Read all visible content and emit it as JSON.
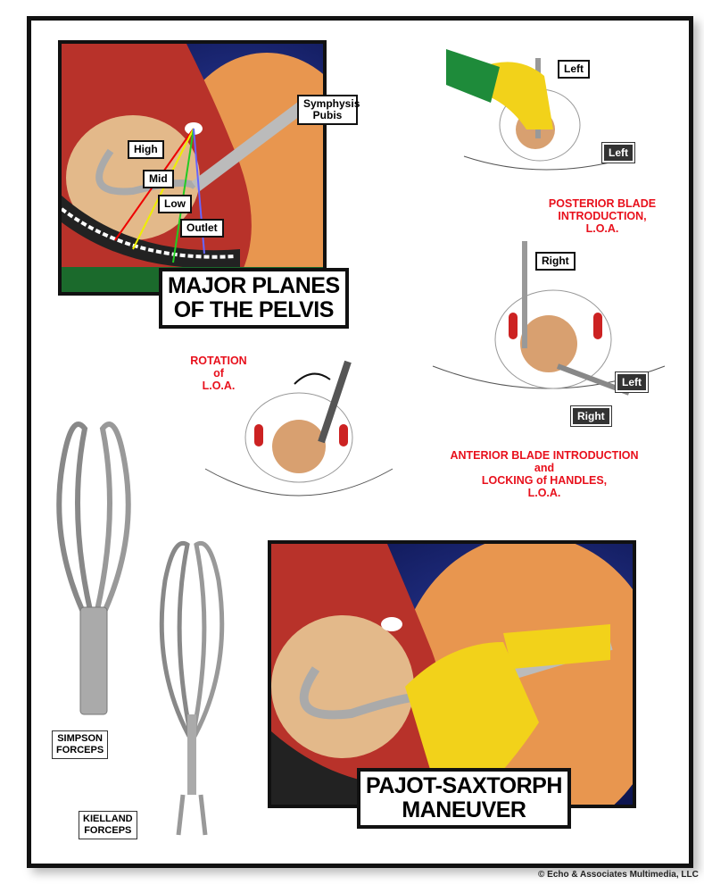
{
  "panel_planes": {
    "title_line1": "MAJOR PLANES",
    "title_line2": "OF THE PELVIS",
    "labels": {
      "symphysis": "Symphysis Pubis",
      "high": "High",
      "mid": "Mid",
      "low": "Low",
      "outlet": "Outlet"
    }
  },
  "posterior": {
    "label_left_1": "Left",
    "label_left_2": "Left",
    "caption": [
      "POSTERIOR BLADE",
      "INTRODUCTION,",
      "L.O.A."
    ]
  },
  "anterior": {
    "label_right_1": "Right",
    "label_left": "Left",
    "label_right_2": "Right",
    "caption": [
      "ANTERIOR BLADE INTRODUCTION",
      "and",
      "LOCKING of HANDLES,",
      "L.O.A."
    ]
  },
  "rotation": {
    "caption": [
      "ROTATION",
      "of",
      "L.O.A."
    ]
  },
  "forceps": {
    "simpson": [
      "SIMPSON",
      "FORCEPS"
    ],
    "kielland": [
      "KIELLAND",
      "FORCEPS"
    ]
  },
  "panel_maneuver": {
    "title_line1": "PAJOT-SAXTORPH",
    "title_line2": "MANEUVER"
  },
  "copyright": "© Echo & Associates Multimedia, LLC",
  "colors": {
    "text_red": "#e8101c",
    "panel_bg": "#0d1550",
    "glove": "#f2d21a",
    "skin": "#e89a5a"
  }
}
